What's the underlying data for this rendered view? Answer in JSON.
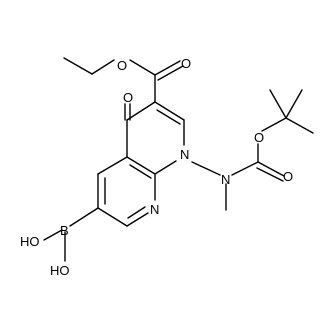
{
  "atom_labels": {
    "o_ester_carbonyl": "O",
    "o_ester_ether": "O",
    "o_ketone": "O",
    "n1": "N",
    "n8": "N",
    "n_amine": "N",
    "o_boc_ether": "O",
    "o_boc_carbonyl": "O",
    "b": "B",
    "oh_top": "HO",
    "oh_bottom": "HO"
  },
  "colors": {
    "bond": "#000000",
    "label": "#000000",
    "background": "#ffffff"
  }
}
